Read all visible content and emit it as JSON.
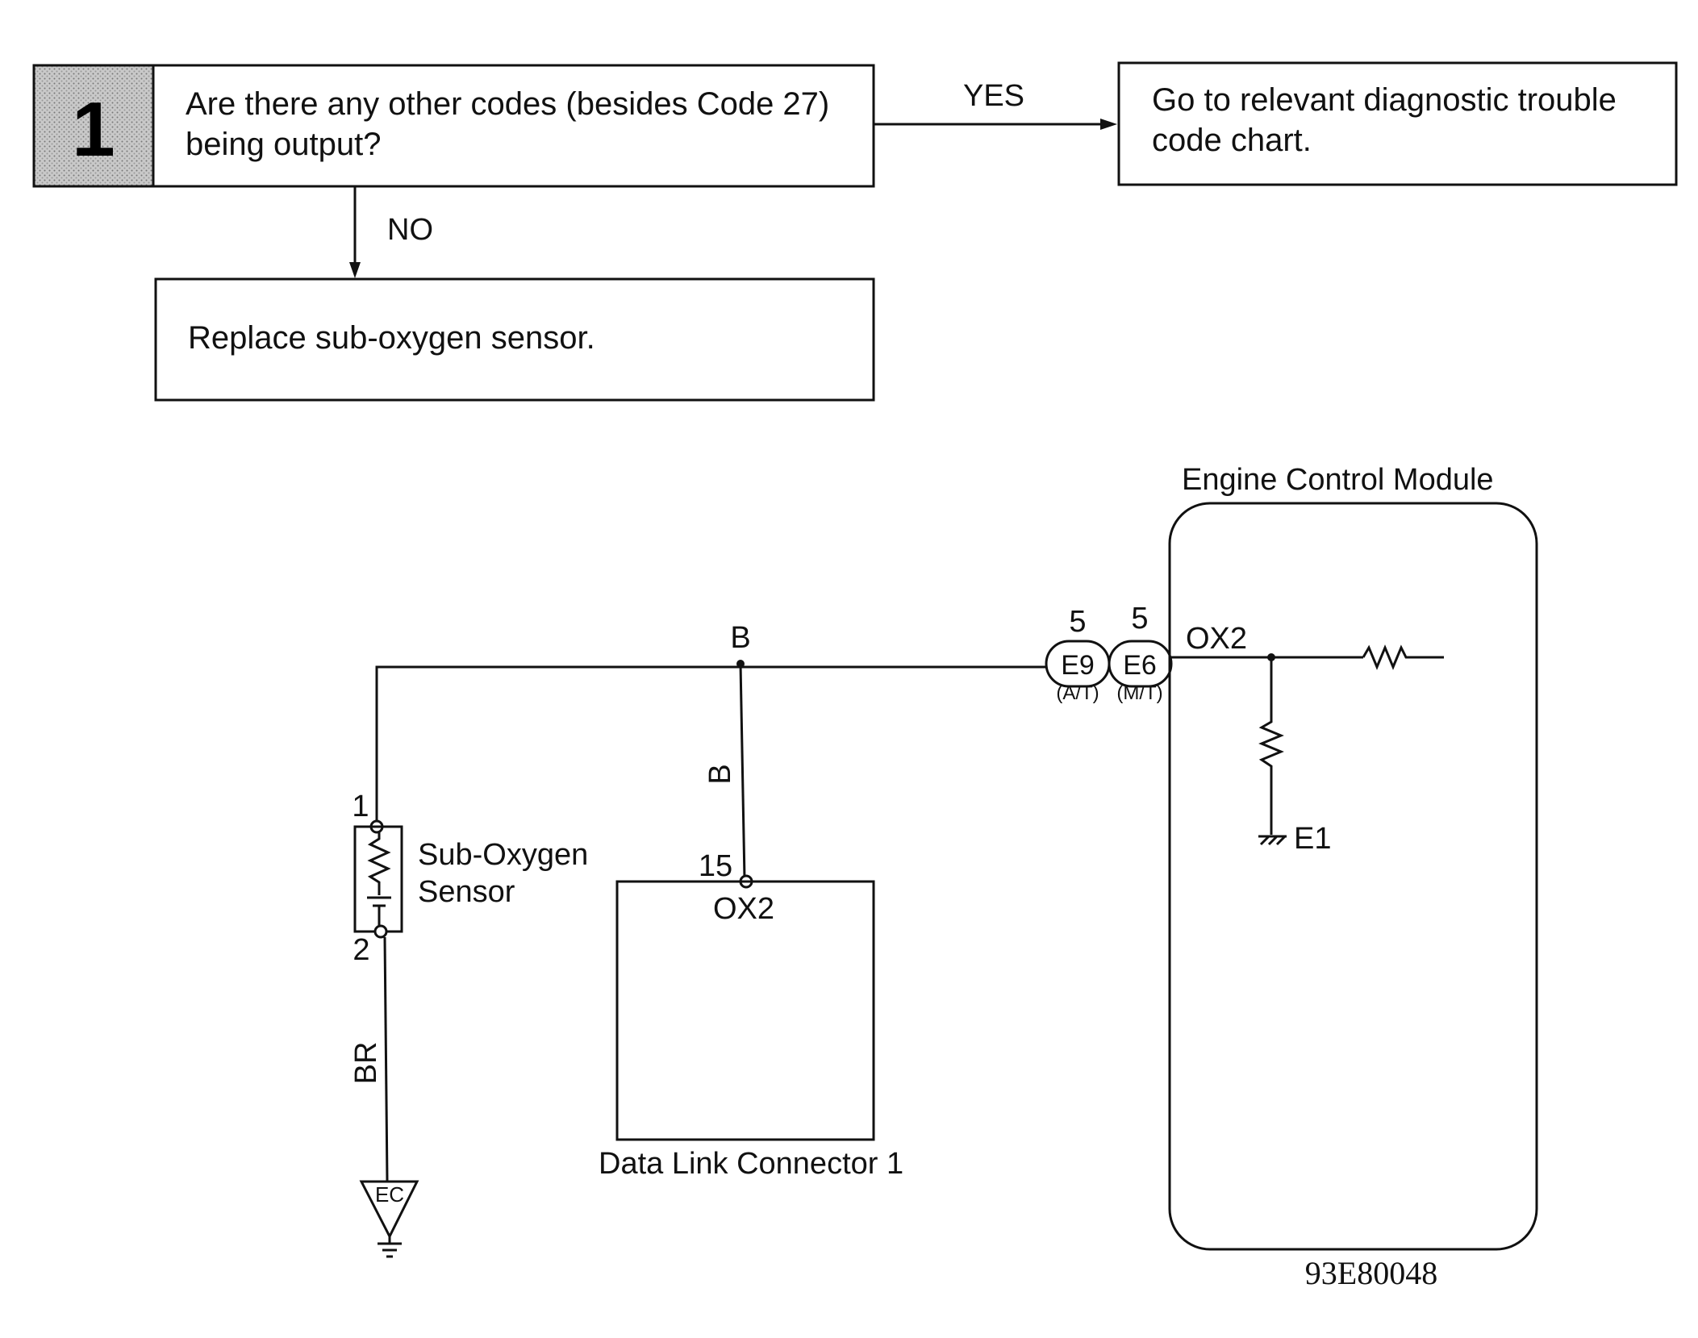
{
  "flowchart": {
    "step_number": "1",
    "question": [
      "Are there any other codes (besides Code 27)",
      "being output?"
    ],
    "yes_label": "YES",
    "yes_result": [
      "Go to relevant diagnostic trouble",
      "code chart."
    ],
    "no_label": "NO",
    "no_result": "Replace sub-oxygen sensor."
  },
  "wiring": {
    "ecm_title": "Engine Control Module",
    "wire_b_junction": "B",
    "wire_b_vertical": "B",
    "wire_br": "BR",
    "connector_e9": "E9",
    "connector_e6": "E6",
    "pin_e9": "5",
    "pin_e6": "5",
    "variant_at": "(A/T)",
    "variant_mt": "(M/T)",
    "ecm_terminal": "OX2",
    "ecm_ground": "E1",
    "sensor_pin1": "1",
    "sensor_pin2": "2",
    "sensor_name": [
      "Sub-Oxygen",
      "Sensor"
    ],
    "dlc_pin": "15",
    "dlc_terminal": "OX2",
    "dlc_name": "Data Link Connector 1",
    "ground_label": "EC",
    "figure_code": "93E80048"
  }
}
